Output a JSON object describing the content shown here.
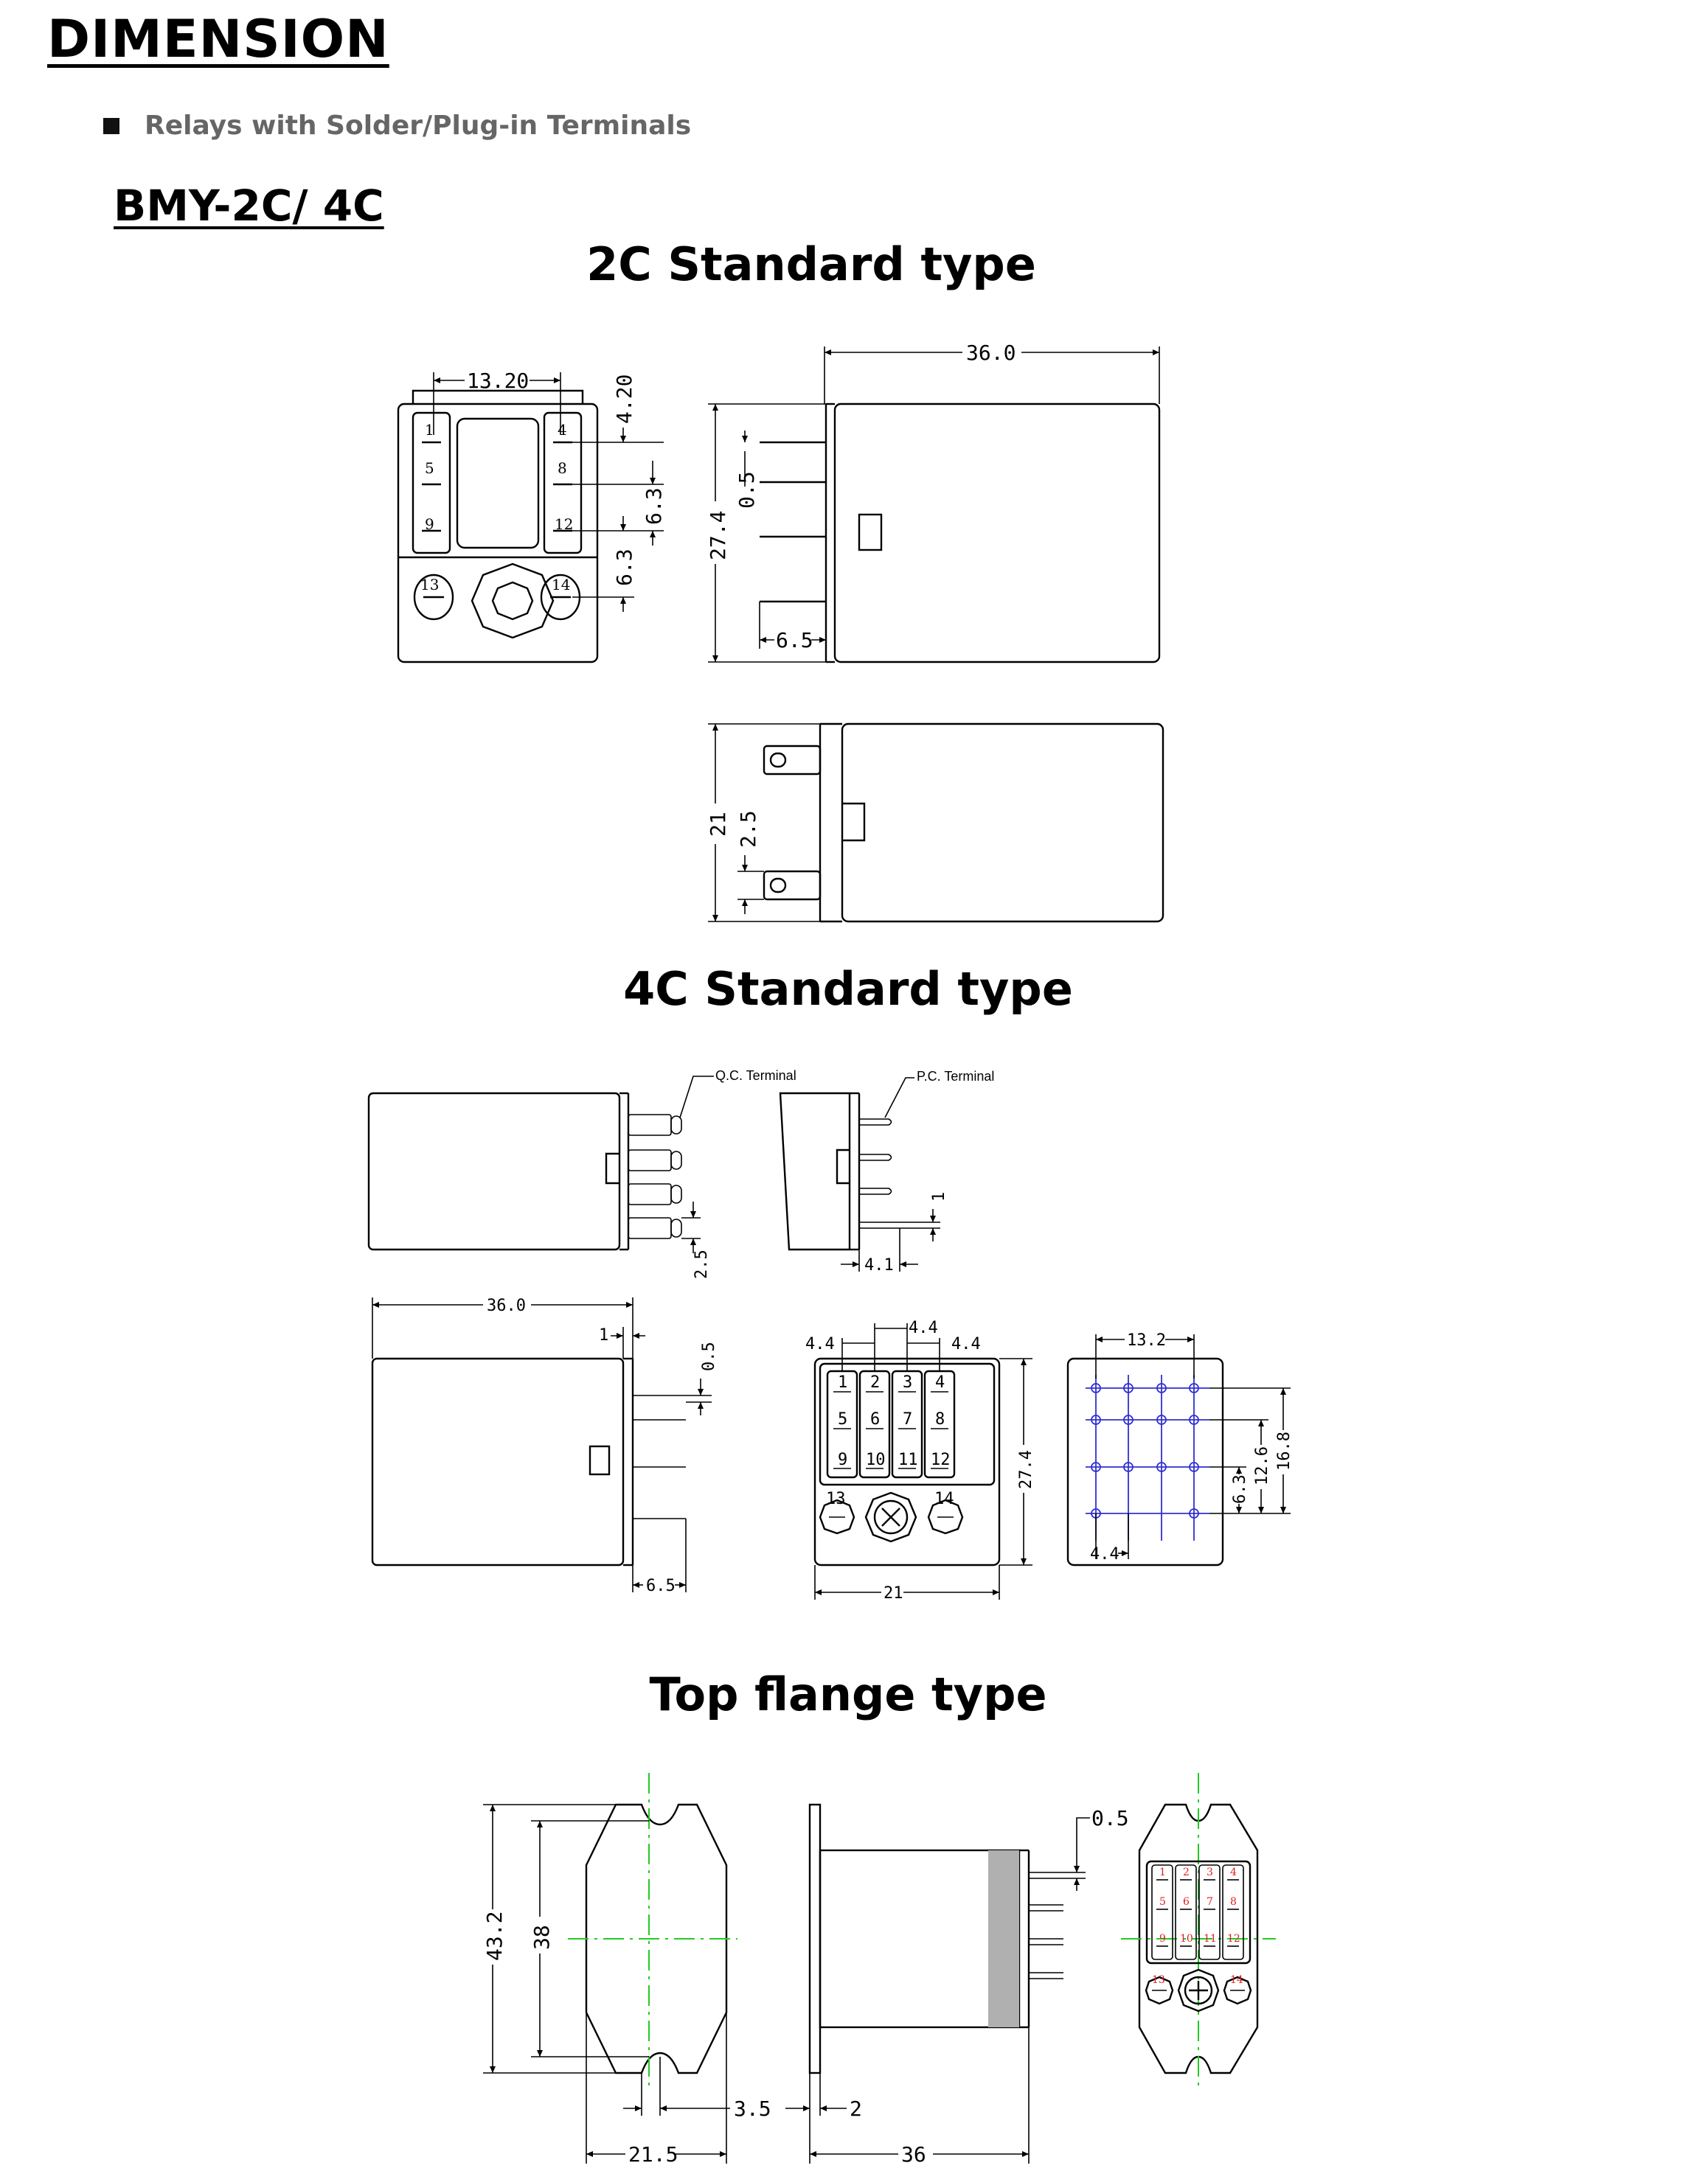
{
  "header": {
    "title": "DIMENSION",
    "bullet": "Relays with Solder/Plug-in Terminals",
    "model": "BMY-2C/ 4C"
  },
  "sections": {
    "s2c": "2C Standard type",
    "s4c": "4C Standard type",
    "stf": "Top flange type"
  },
  "dims_2c": {
    "pitch_h": "13.20",
    "offset": "4.20",
    "pitch_v1": "6.3",
    "pitch_v2": "6.3",
    "length": "36.0",
    "height": "27.4",
    "pin_thk": "0.5",
    "pin_len": "6.5",
    "width": "21",
    "pin_w": "2.5"
  },
  "pins_2c": [
    "1",
    "4",
    "5",
    "8",
    "9",
    "12",
    "13",
    "14"
  ],
  "dims_4c": {
    "qc_terminal": "Q.C. Terminal",
    "pc_terminal": "P.C. Terminal",
    "qc_pin": "2.5",
    "pc_pin": "1",
    "pc_len": "4.1",
    "length": "36.0",
    "base": "1",
    "pin_thk": "0.5",
    "pin_len": "6.5",
    "pitch_a": "4.4",
    "pitch_b": "4.4",
    "pitch_c": "4.4",
    "height": "27.4",
    "width": "21",
    "pcb_pitch_h": "13.2",
    "pcb_v1": "6.3",
    "pcb_v2": "12.6",
    "pcb_v3": "16.8",
    "pcb_pitch": "4.4"
  },
  "pins_4c": [
    "1",
    "2",
    "3",
    "4",
    "5",
    "6",
    "7",
    "8",
    "9",
    "10",
    "11",
    "12",
    "13",
    "14"
  ],
  "dims_flange": {
    "height_outer": "43.2",
    "height_inner": "38",
    "slot": "3.5",
    "width": "21.5",
    "pin_thk": "0.5",
    "flange_thk": "2",
    "length": "36"
  },
  "colors": {
    "centerline": "#22cc22",
    "pcb_grid": "#3030d0",
    "pin_numbers": "#e02020"
  }
}
